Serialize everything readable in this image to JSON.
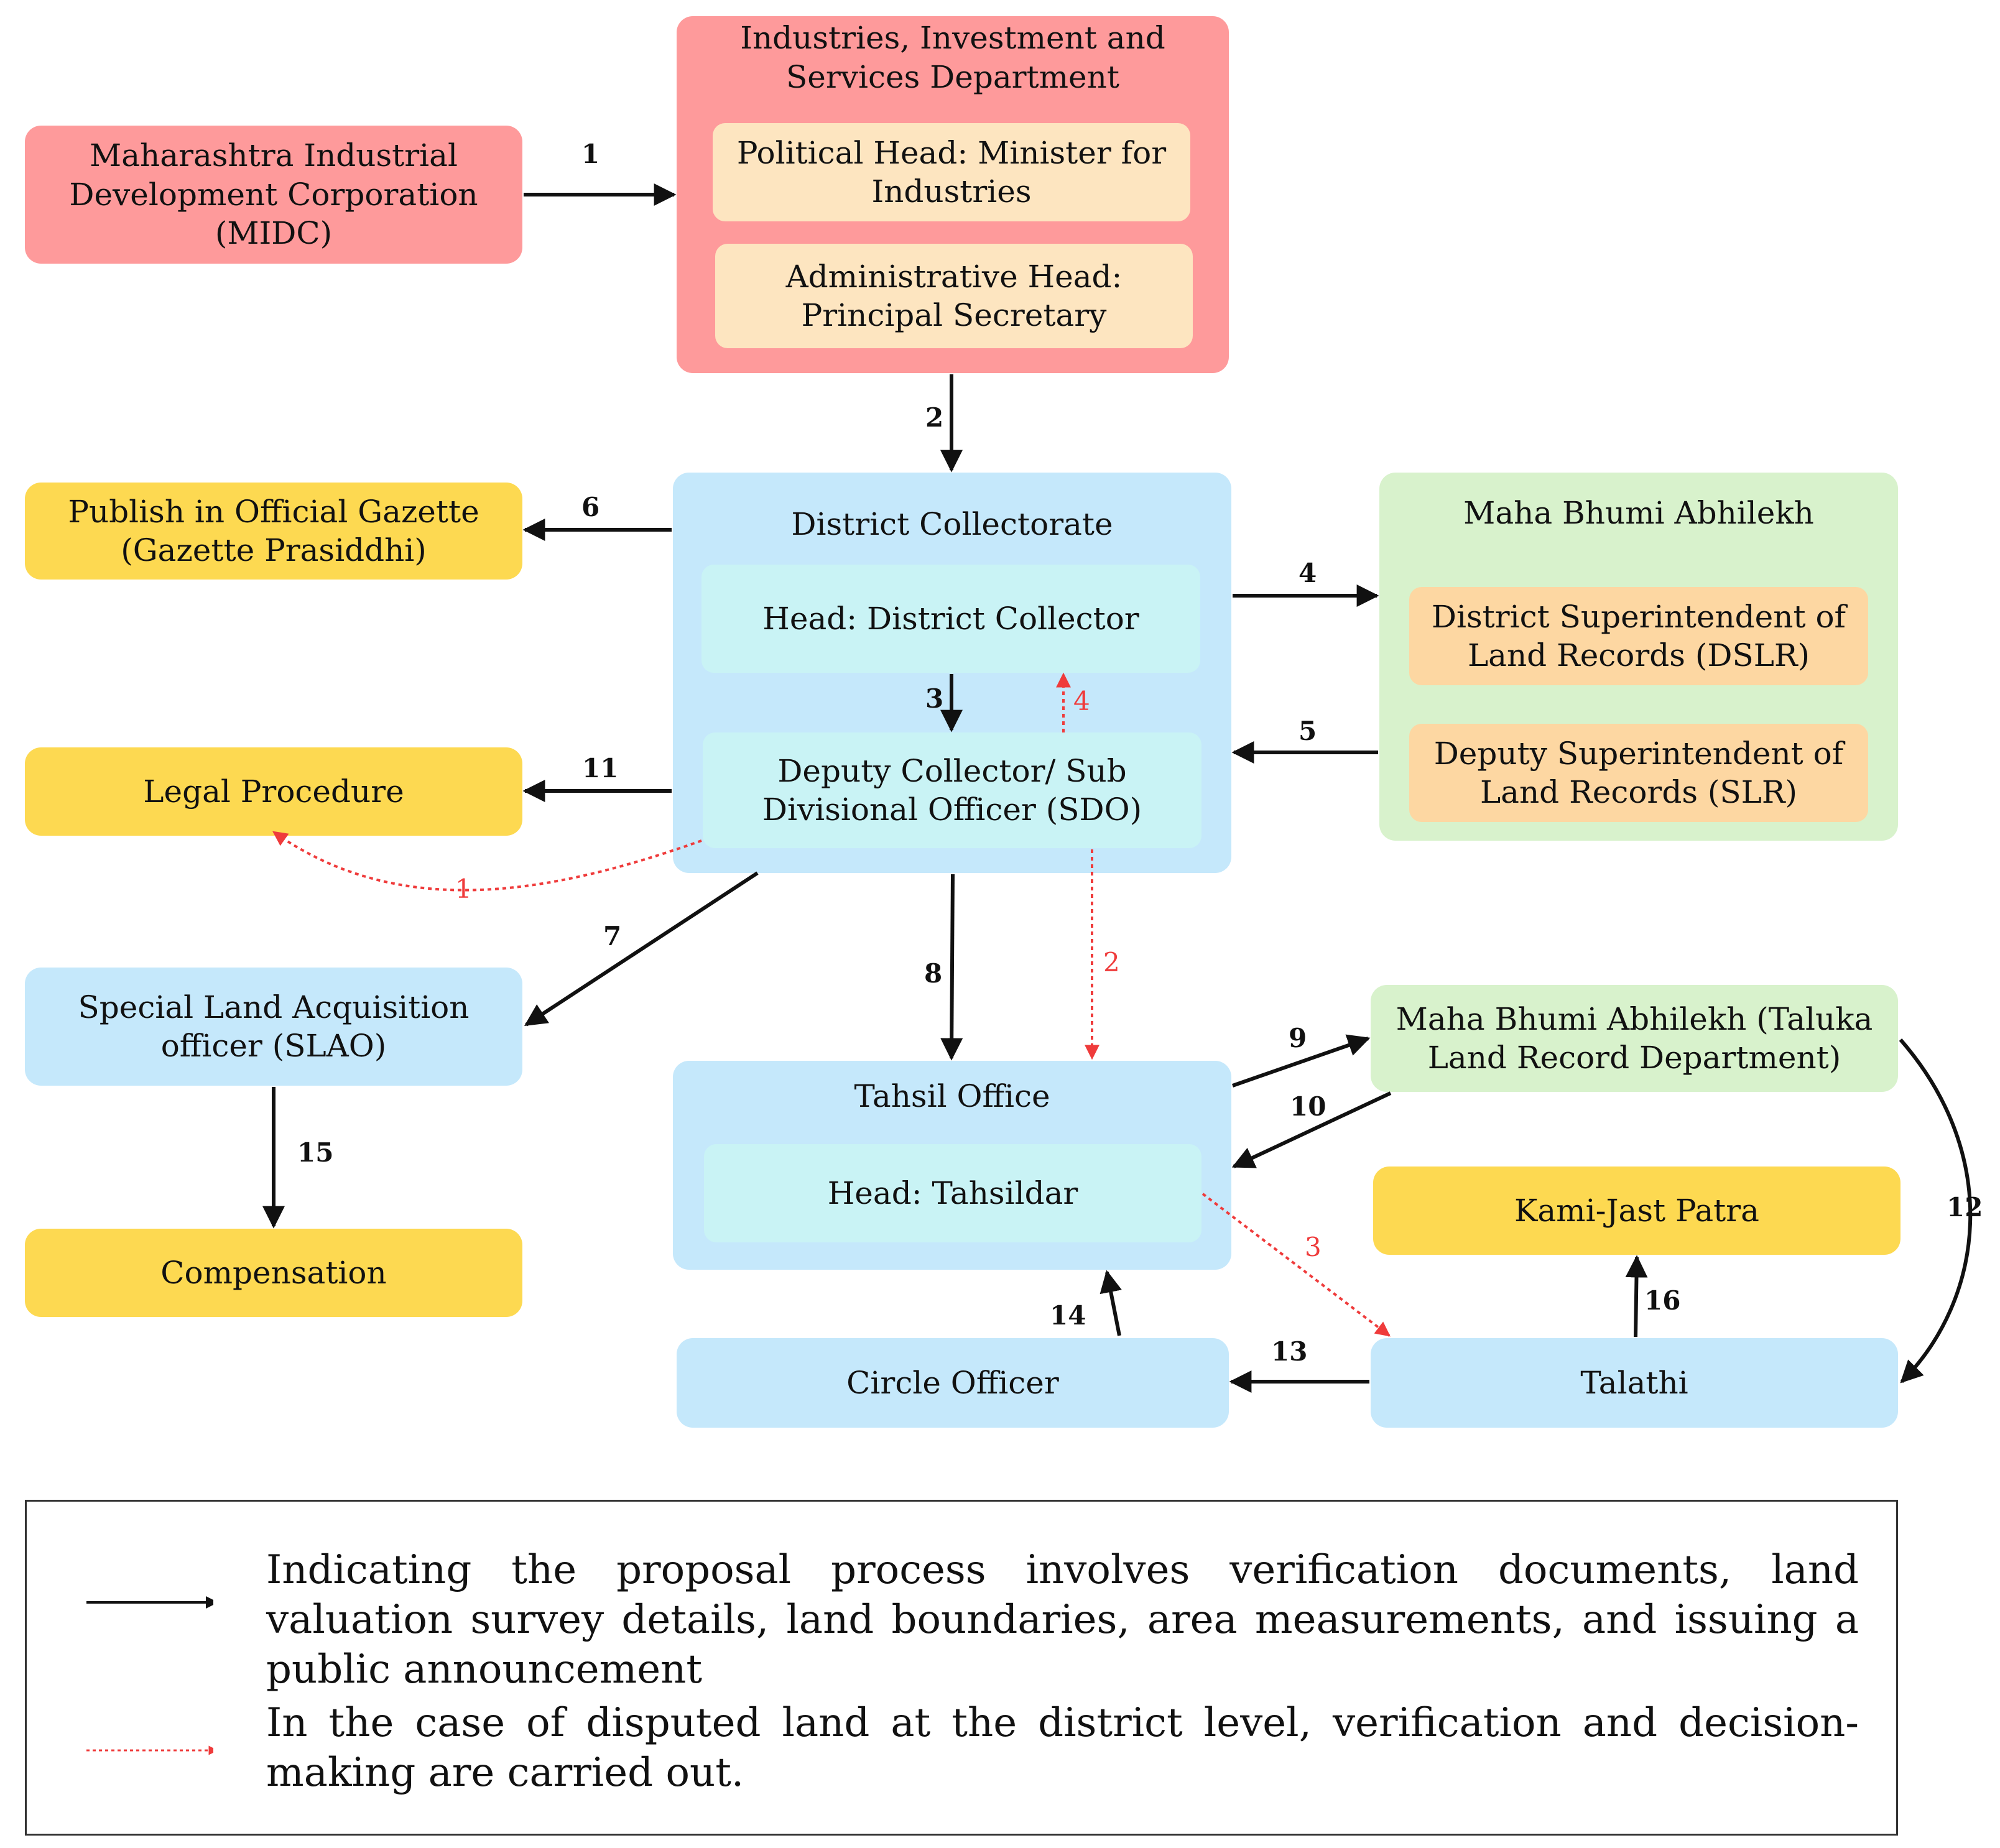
{
  "nodes": {
    "midc": "Maharashtra Industrial Development Corporation (MIDC)",
    "iisd": {
      "title": "Industries, Investment and Services Department",
      "political_head": "Political Head: Minister for Industries",
      "admin_head": "Administrative Head: Principal Secretary"
    },
    "gazette": "Publish in Official Gazette (Gazette Prasiddhi)",
    "collectorate": {
      "title": "District Collectorate",
      "head": "Head: District Collector",
      "deputy": "Deputy Collector/ Sub Divisional Officer (SDO)"
    },
    "bhumi": {
      "title": "Maha Bhumi Abhilekh",
      "dslr": "District Superintendent of Land Records (DSLR)",
      "slr": "Deputy Superintendent of Land Records (SLR)"
    },
    "legal": "Legal Procedure",
    "slao": "Special Land Acquisition officer (SLAO)",
    "compensation": "Compensation",
    "tahsil": {
      "title": "Tahsil Office",
      "head": "Head: Tahsildar"
    },
    "taluka": "Maha Bhumi Abhilekh (Taluka Land Record Department)",
    "kami": "Kami-Jast Patra",
    "circle": "Circle Officer",
    "talathi": "Talathi"
  },
  "edges": {
    "black": [
      "1",
      "2",
      "3",
      "4",
      "5",
      "6",
      "7",
      "8",
      "9",
      "10",
      "11",
      "12",
      "13",
      "14",
      "15",
      "16"
    ],
    "red": [
      "1",
      "2",
      "3",
      "4"
    ]
  },
  "legend": {
    "black": "Indicating the proposal process involves verification documents, land valuation survey details, land boundaries, area measurements, and issuing a public announcement",
    "red": "In the case of disputed land at the district level, verification and decision-making are carried out."
  },
  "colors": {
    "black_arrow": "#111111",
    "red_arrow": "#ef3b3b",
    "ministry_box": "#fe9a9b",
    "office_box": "#c5e8fb",
    "records_box": "#d8f2cc",
    "output_box": "#fdd951"
  }
}
